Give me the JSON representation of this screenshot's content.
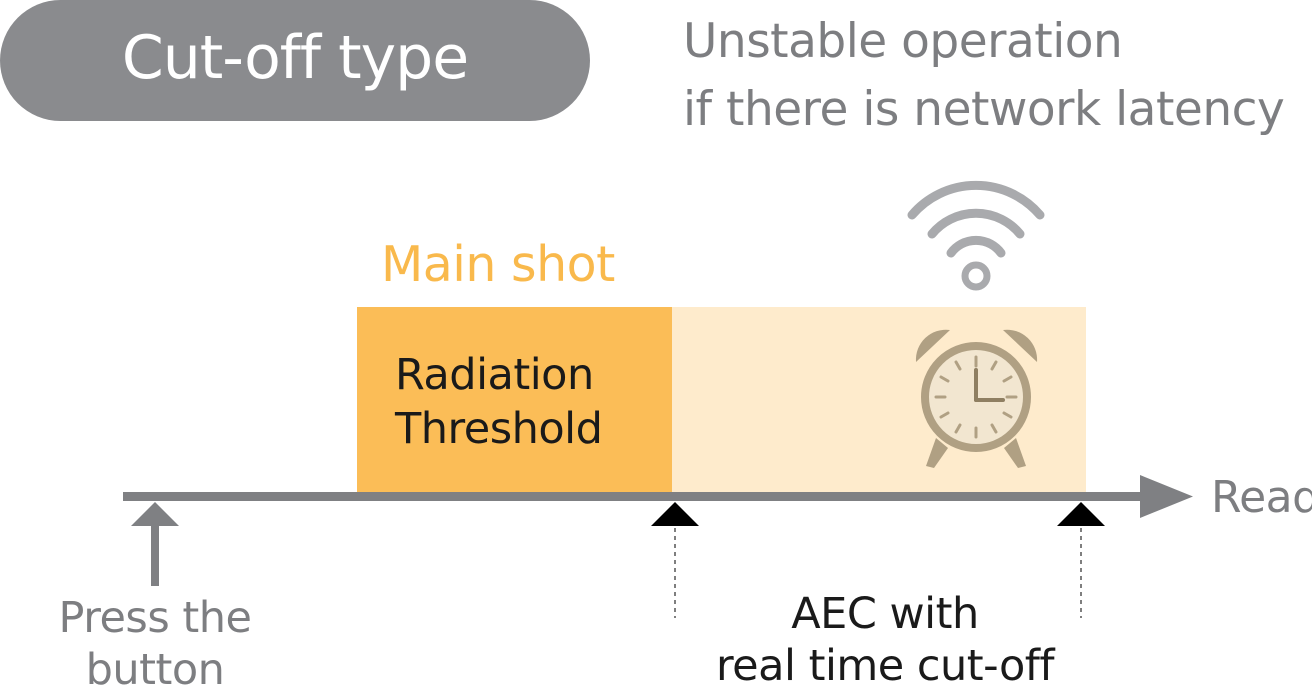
{
  "header": {
    "title": "Cut-off type",
    "note_lines": [
      "Unstable operation",
      "if there is network latency"
    ]
  },
  "timeline": {
    "main_shot_label": "Main shot",
    "block_label_lines": [
      "Radiation",
      "Threshold"
    ],
    "axis_end_label": "Read",
    "start_marker_label_lines": [
      "Press the",
      "button"
    ],
    "cutoff_label_lines": [
      "AEC with",
      "real time cut-off"
    ]
  },
  "icons": {
    "wifi": "wifi-icon",
    "clock": "alarm-clock-icon"
  },
  "colors": {
    "pill": "#8a8b8e",
    "gray_text": "#7d7e81",
    "main_shot": "#f9b94c",
    "block_main": "#fbbd57",
    "block_extension": "#feebcc",
    "axis": "#7f8083",
    "clock": "#b0a083",
    "wifi": "#a9aaad"
  }
}
